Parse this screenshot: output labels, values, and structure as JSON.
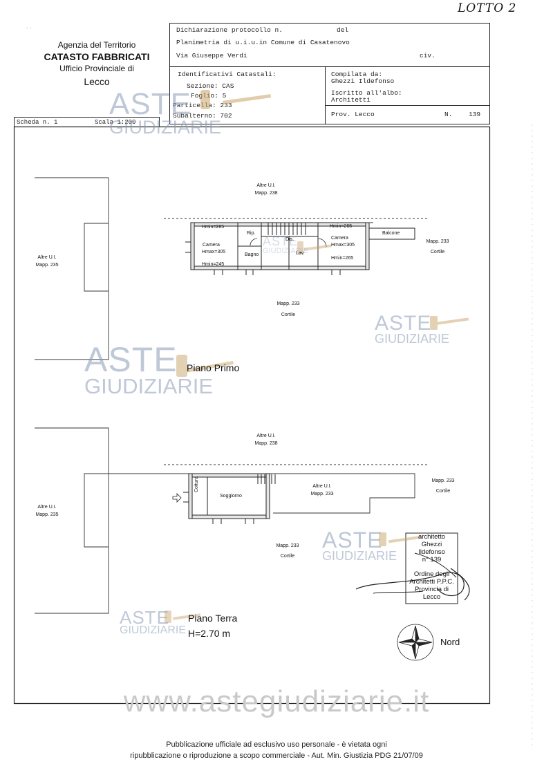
{
  "handwritten": {
    "lotto": "LOTTO 2"
  },
  "agency": {
    "line1": "Agenzia del Territorio",
    "line2": "CATASTO FABBRICATI",
    "line3": "Ufficio Provinciale di",
    "line4": "Lecco"
  },
  "header": {
    "protocol_label": "Dichiarazione protocollo n.",
    "del_label": "del",
    "planimetria": "Planimetria di u.i.u.in Comune di Casatenovo",
    "address": "Via Giuseppe Verdi",
    "civ_label": "civ.",
    "identificativi": "Identificativi Catastali:",
    "sezione": "Sezione: CAS",
    "foglio": "Foglio: 5",
    "particella": "Particella: 233",
    "subalterno": "Subalterno: 702",
    "compilata_label": "Compilata da:",
    "compilata_name": "Ghezzi Ildefonso",
    "iscritto_label": "Iscritto all'albo:",
    "iscritto_value": "Architetti",
    "prov": "Prov. Lecco",
    "n_label": "N.",
    "n_value": "139"
  },
  "scheda": {
    "scheda": "Scheda n. 1",
    "scala": "Scala 1:200"
  },
  "watermark": {
    "aste": "ASTE",
    "giudiziarie": "GIUDIZIARIE"
  },
  "plan_primo": {
    "altre_top": "Altre U.I.",
    "altre_top_mapp": "Mapp. 238",
    "altre_left": "Altre U.I.",
    "altre_left_mapp": "Mapp. 235",
    "mapp_right": "Mapp. 233",
    "cortile_right": "Cortile",
    "mapp_center": "Mapp. 233",
    "cortile_center": "Cortile",
    "hmin1": "Hmin=285",
    "camera1": "Camera",
    "hmax1": "Hmax=305",
    "hmin1b": "Hmin=245",
    "rip": "Rip.",
    "bagno": "Bagno",
    "dis": "Dis.",
    "lav": "Lav.",
    "hmin2": "Hmin=265",
    "camera2": "Camera",
    "hmax2": "Hmax=305",
    "hmin2b": "Hmin=265",
    "balcone": "Balcone",
    "title": "Piano Primo"
  },
  "plan_terra": {
    "altre_top": "Altre U.I.",
    "altre_top_mapp": "Mapp. 238",
    "altre_left": "Altre U.I.",
    "altre_left_mapp": "Mapp. 235",
    "cottura": "Cottura",
    "soggiorno": "Soggiorno",
    "altre_center": "Altre U.I.",
    "altre_center_mapp": "Mapp. 233",
    "mapp_right": "Mapp. 233",
    "cortile_right": "Cortile",
    "mapp_bottom": "Mapp. 233",
    "cortile_bottom": "Cortile",
    "title": "Piano Terra",
    "height": "H=2.70 m"
  },
  "stamp": {
    "line1": "architetto",
    "line2": "Ghezzi",
    "line3": "Ildefonso",
    "line4": "n° 139",
    "line5": "Ordine degli",
    "line6": "Architetti P.P.C.",
    "line7": "Provincia di Lecco"
  },
  "compass": {
    "label": "Nord"
  },
  "site": "www.astegiudiziarie.it",
  "footer": {
    "line1": "Pubblicazione ufficiale ad esclusivo uso personale - è vietata ogni",
    "line2": "ripubblicazione o riproduzione a scopo commerciale - Aut. Min. Giustizia PDG 21/07/09"
  },
  "colors": {
    "watermark": "#8a9cb8",
    "site_text": "#c9c9c9",
    "line": "#222222",
    "wall_fill": "#e8e8e8"
  }
}
